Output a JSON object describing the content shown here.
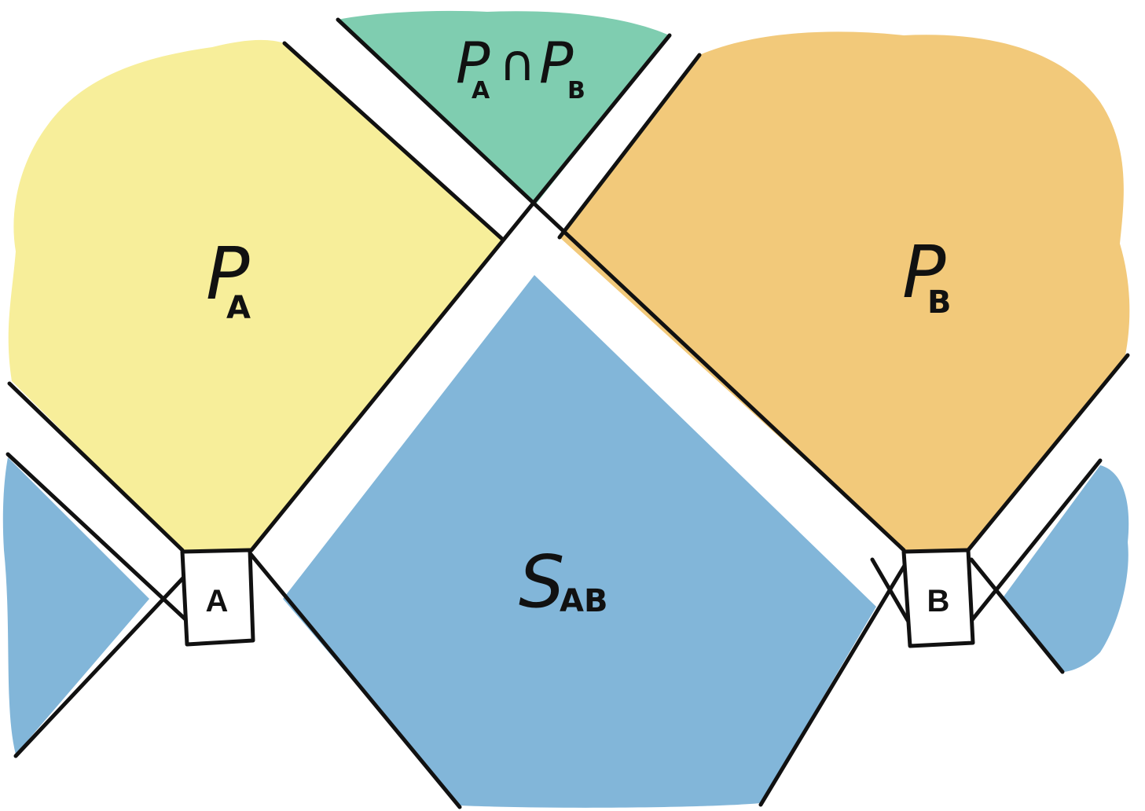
{
  "colors": {
    "region_pa": "#f7ee9a",
    "region_pb": "#f2c97a",
    "region_sab": "#82b6d9",
    "region_intersection": "#7fcdb0",
    "line": "#111111",
    "box_fill": "#ffffff"
  },
  "regions": {
    "pa": {
      "main": "P",
      "sub": "A"
    },
    "pb": {
      "main": "P",
      "sub": "B"
    },
    "sab": {
      "main": "S",
      "sub": "AB"
    },
    "intersection": {
      "left_main": "P",
      "left_sub": "A",
      "op": "∩",
      "right_main": "P",
      "right_sub": "B"
    }
  },
  "nodes": {
    "a": "A",
    "b": "B"
  }
}
